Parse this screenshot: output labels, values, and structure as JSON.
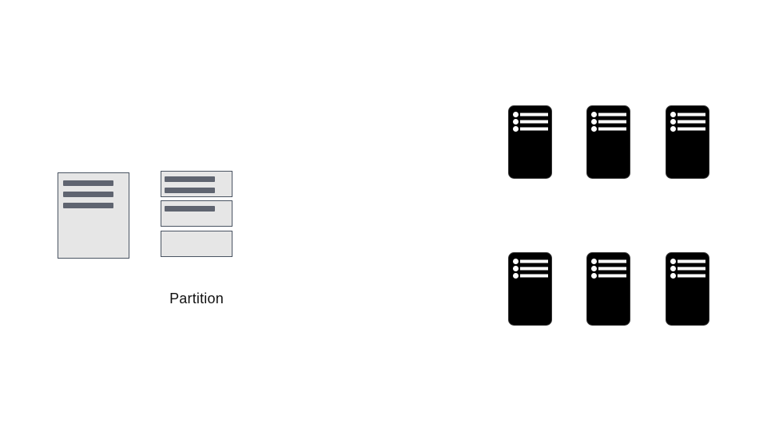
{
  "partition_diagram": {
    "caption": "Partition",
    "colors": {
      "document_fill": "#e6e6e6",
      "document_border": "#4b5563",
      "text_line": "#5f6470",
      "server_fill": "#000000",
      "server_detail": "#ffffff"
    },
    "source_document": {
      "icon": "document-icon",
      "text_lines": 3
    },
    "partitions": [
      {
        "icon": "document-chunk-icon",
        "text_lines": 2
      },
      {
        "icon": "document-chunk-icon",
        "text_lines": 1
      },
      {
        "icon": "document-chunk-icon",
        "text_lines": 0
      }
    ],
    "servers": {
      "icon": "server-icon",
      "rows": 2,
      "per_row": 3
    }
  }
}
